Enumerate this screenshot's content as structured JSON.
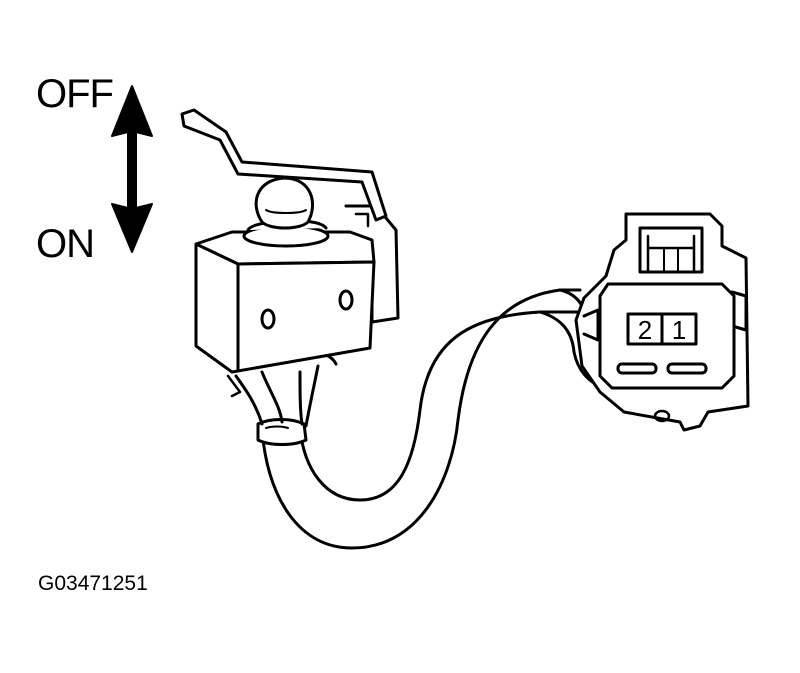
{
  "labels": {
    "off": "OFF",
    "on": "ON",
    "figure_id": "G03471251"
  },
  "connector": {
    "pins": [
      "2",
      "1"
    ]
  },
  "icons": {
    "arrow": "double-arrow-vertical-icon"
  },
  "colors": {
    "ink": "#000000",
    "paper": "#ffffff"
  }
}
